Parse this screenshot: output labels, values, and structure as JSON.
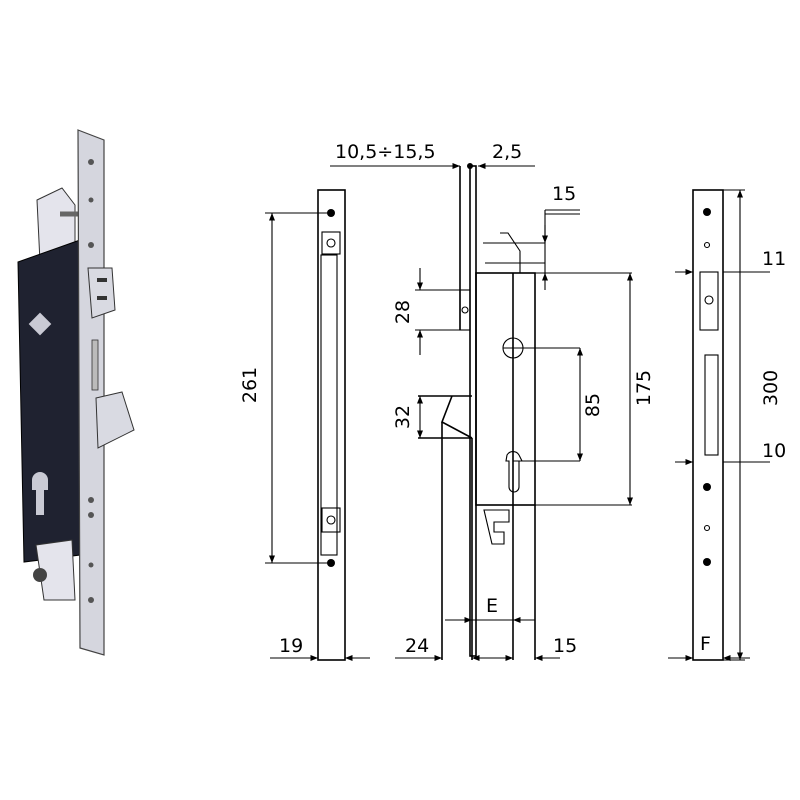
{
  "title": "Multipoint mortise lock technical drawing",
  "dimensions": {
    "backset_range": "10,5÷15,5",
    "faceplate_thickness": "2,5",
    "top_bolt_offset": "15",
    "roller_height": "28",
    "latch_height": "32",
    "handle_to_cylinder": "85",
    "case_height": "175",
    "overall_centers": "261",
    "front_width": "19",
    "latch_width": "24",
    "case_variable": "E",
    "case_depth": "15",
    "right_top": "11",
    "right_lower": "10",
    "faceplate_length": "300",
    "faceplate_variable": "F"
  },
  "colors": {
    "case": "#1f2230",
    "steel": "#d5d6de",
    "line": "#000000"
  }
}
